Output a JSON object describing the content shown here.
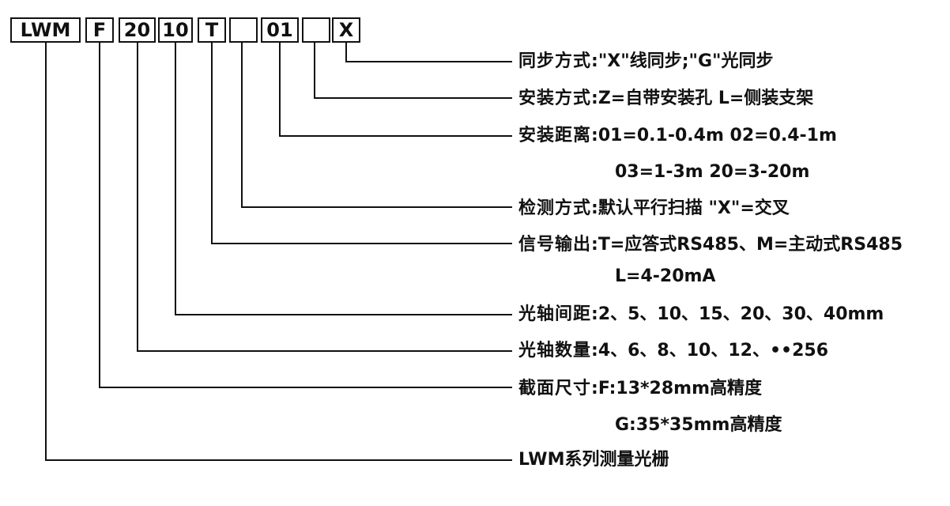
{
  "code_boxes": [
    "LWM",
    "F",
    "20",
    "10",
    "T",
    "",
    "01",
    "",
    "X"
  ],
  "items": [
    {
      "key": "同步方式",
      "value": ":\"X\"线同步;\"G\"光同步"
    },
    {
      "key": "安装方式",
      "value": ":Z=自带安装孔  L=侧装支架"
    },
    {
      "key": "安装距离",
      "value": ":01=0.1-0.4m  02=0.4-1m",
      "value2": "03=1-3m  20=3-20m"
    },
    {
      "key": "检测方式",
      "value": ":默认平行扫描  \"X\"=交叉"
    },
    {
      "key": "信号输出",
      "value": ":T=应答式RS485、M=主动式RS485",
      "value2": "L=4-20mA"
    },
    {
      "key": "光轴间距",
      "value": ":2、5、10、15、20、30、40mm"
    },
    {
      "key": "光轴数量",
      "value": ":4、6、8、10、12、••256"
    },
    {
      "key": "截面尺寸",
      "value": ":F:13*28mm高精度",
      "value2": "G:35*35mm高精度"
    },
    {
      "key": "",
      "value": "LWM系列测量光栅"
    }
  ]
}
